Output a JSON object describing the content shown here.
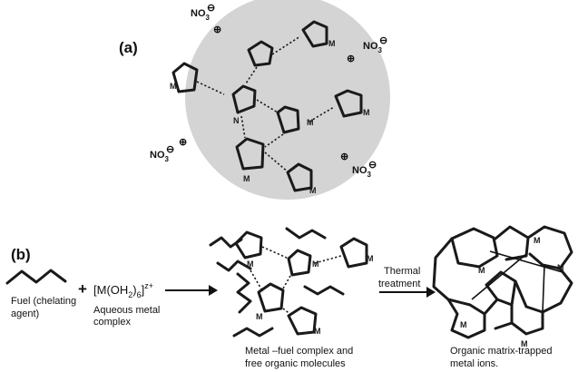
{
  "panel_a": {
    "label": "(a)",
    "ions": [
      {
        "formula": "NO",
        "sub": "3",
        "charge": "⊖"
      },
      {
        "formula": "NO",
        "sub": "3",
        "charge": "⊖"
      },
      {
        "formula": "NO",
        "sub": "3",
        "charge": "⊖"
      },
      {
        "formula": "NO",
        "sub": "3",
        "charge": "⊖"
      }
    ],
    "cation_symbol": "⊕",
    "atom_M": "M",
    "atom_N": "N",
    "circle_color": "#d4d4d4"
  },
  "panel_b": {
    "label": "(b)",
    "fuel_caption": [
      "Fuel (chelating",
      "agent)"
    ],
    "plus": "+",
    "metal_ion": {
      "prefix": "[M(OH",
      "sub": "2",
      "mid": ")",
      "sub2": "6",
      "mid2": "]",
      "sup": "z+"
    },
    "metal_caption": [
      "Aqueous metal",
      "complex"
    ],
    "arrow_label": [
      "Thermal",
      "treatment"
    ],
    "complex_caption": [
      "Metal –fuel complex  and",
      "free organic molecules"
    ],
    "matrix_caption": [
      "Organic matrix-trapped",
      "metal ions."
    ]
  }
}
